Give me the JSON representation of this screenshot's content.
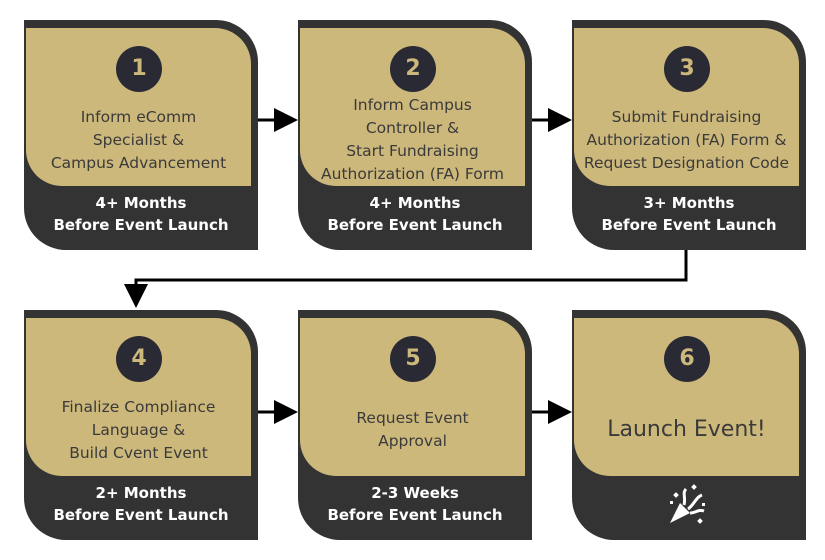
{
  "steps": [
    {
      "number": "1",
      "title_lines": [
        "Inform eComm",
        "Specialist &",
        "Campus Advancement"
      ],
      "timing_lines": [
        "4+ Months",
        "Before Event Launch"
      ]
    },
    {
      "number": "2",
      "title_lines": [
        "Inform Campus",
        "Controller &",
        "Start Fundraising",
        "Authorization (FA) Form"
      ],
      "timing_lines": [
        "4+ Months",
        "Before Event Launch"
      ]
    },
    {
      "number": "3",
      "title_lines": [
        "Submit Fundraising",
        "Authorization (FA) Form &",
        "Request Designation Code"
      ],
      "timing_lines": [
        "3+ Months",
        "Before Event Launch"
      ]
    },
    {
      "number": "4",
      "title_lines": [
        "Finalize Compliance",
        "Language &",
        "Build Cvent Event"
      ],
      "timing_lines": [
        "2+ Months",
        "Before Event Launch"
      ]
    },
    {
      "number": "5",
      "title_lines": [
        "Request Event",
        "Approval"
      ],
      "timing_lines": [
        "2-3 Weeks",
        "Before Event Launch"
      ]
    },
    {
      "number": "6",
      "title_lines": [
        "Launch Event!"
      ],
      "icon": "party-popper-icon"
    }
  ],
  "colors": {
    "gold": "#CDB87B",
    "dark": "#333333",
    "circle": "#2a2a35"
  }
}
